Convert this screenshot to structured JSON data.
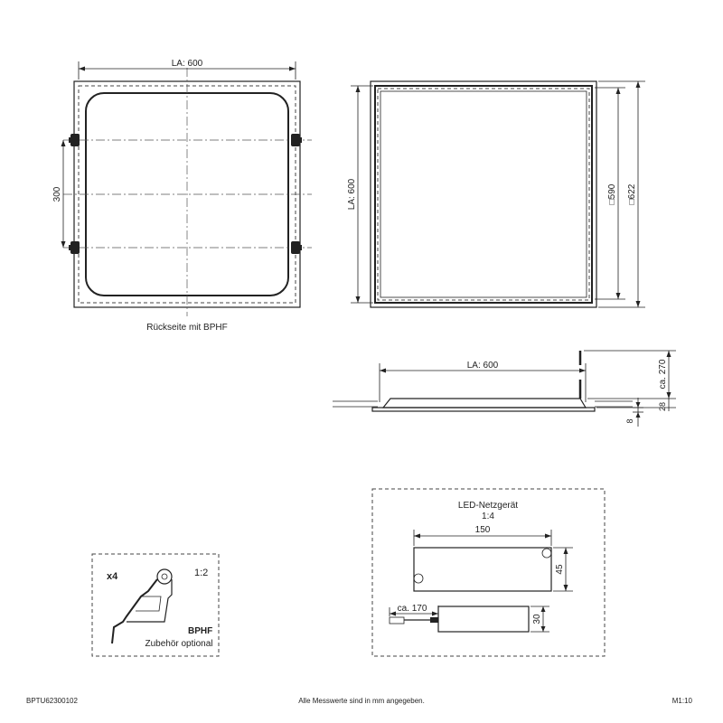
{
  "back_view": {
    "width_label": "LA: 600",
    "spacing_label": "300",
    "caption": "Rückseite mit BPHF"
  },
  "front_view": {
    "height_label": "LA: 600",
    "inner_label": "□590",
    "outer_label": "□622"
  },
  "side_view": {
    "width_label": "LA: 600",
    "height_label": "ca. 270",
    "depth_label": "28",
    "flange_label": "8"
  },
  "accessory": {
    "quantity": "x4",
    "scale": "1:2",
    "name": "BPHF",
    "note": "Zubehör optional"
  },
  "driver": {
    "title": "LED-Netzgerät",
    "scale": "1:4",
    "length_label": "150",
    "height_label": "45",
    "cable_label": "ca. 170",
    "small_height_label": "30"
  },
  "footer": {
    "article": "BPTU62300102",
    "note": "Alle Messwerte sind in mm angegeben.",
    "scale": "M1:10"
  }
}
